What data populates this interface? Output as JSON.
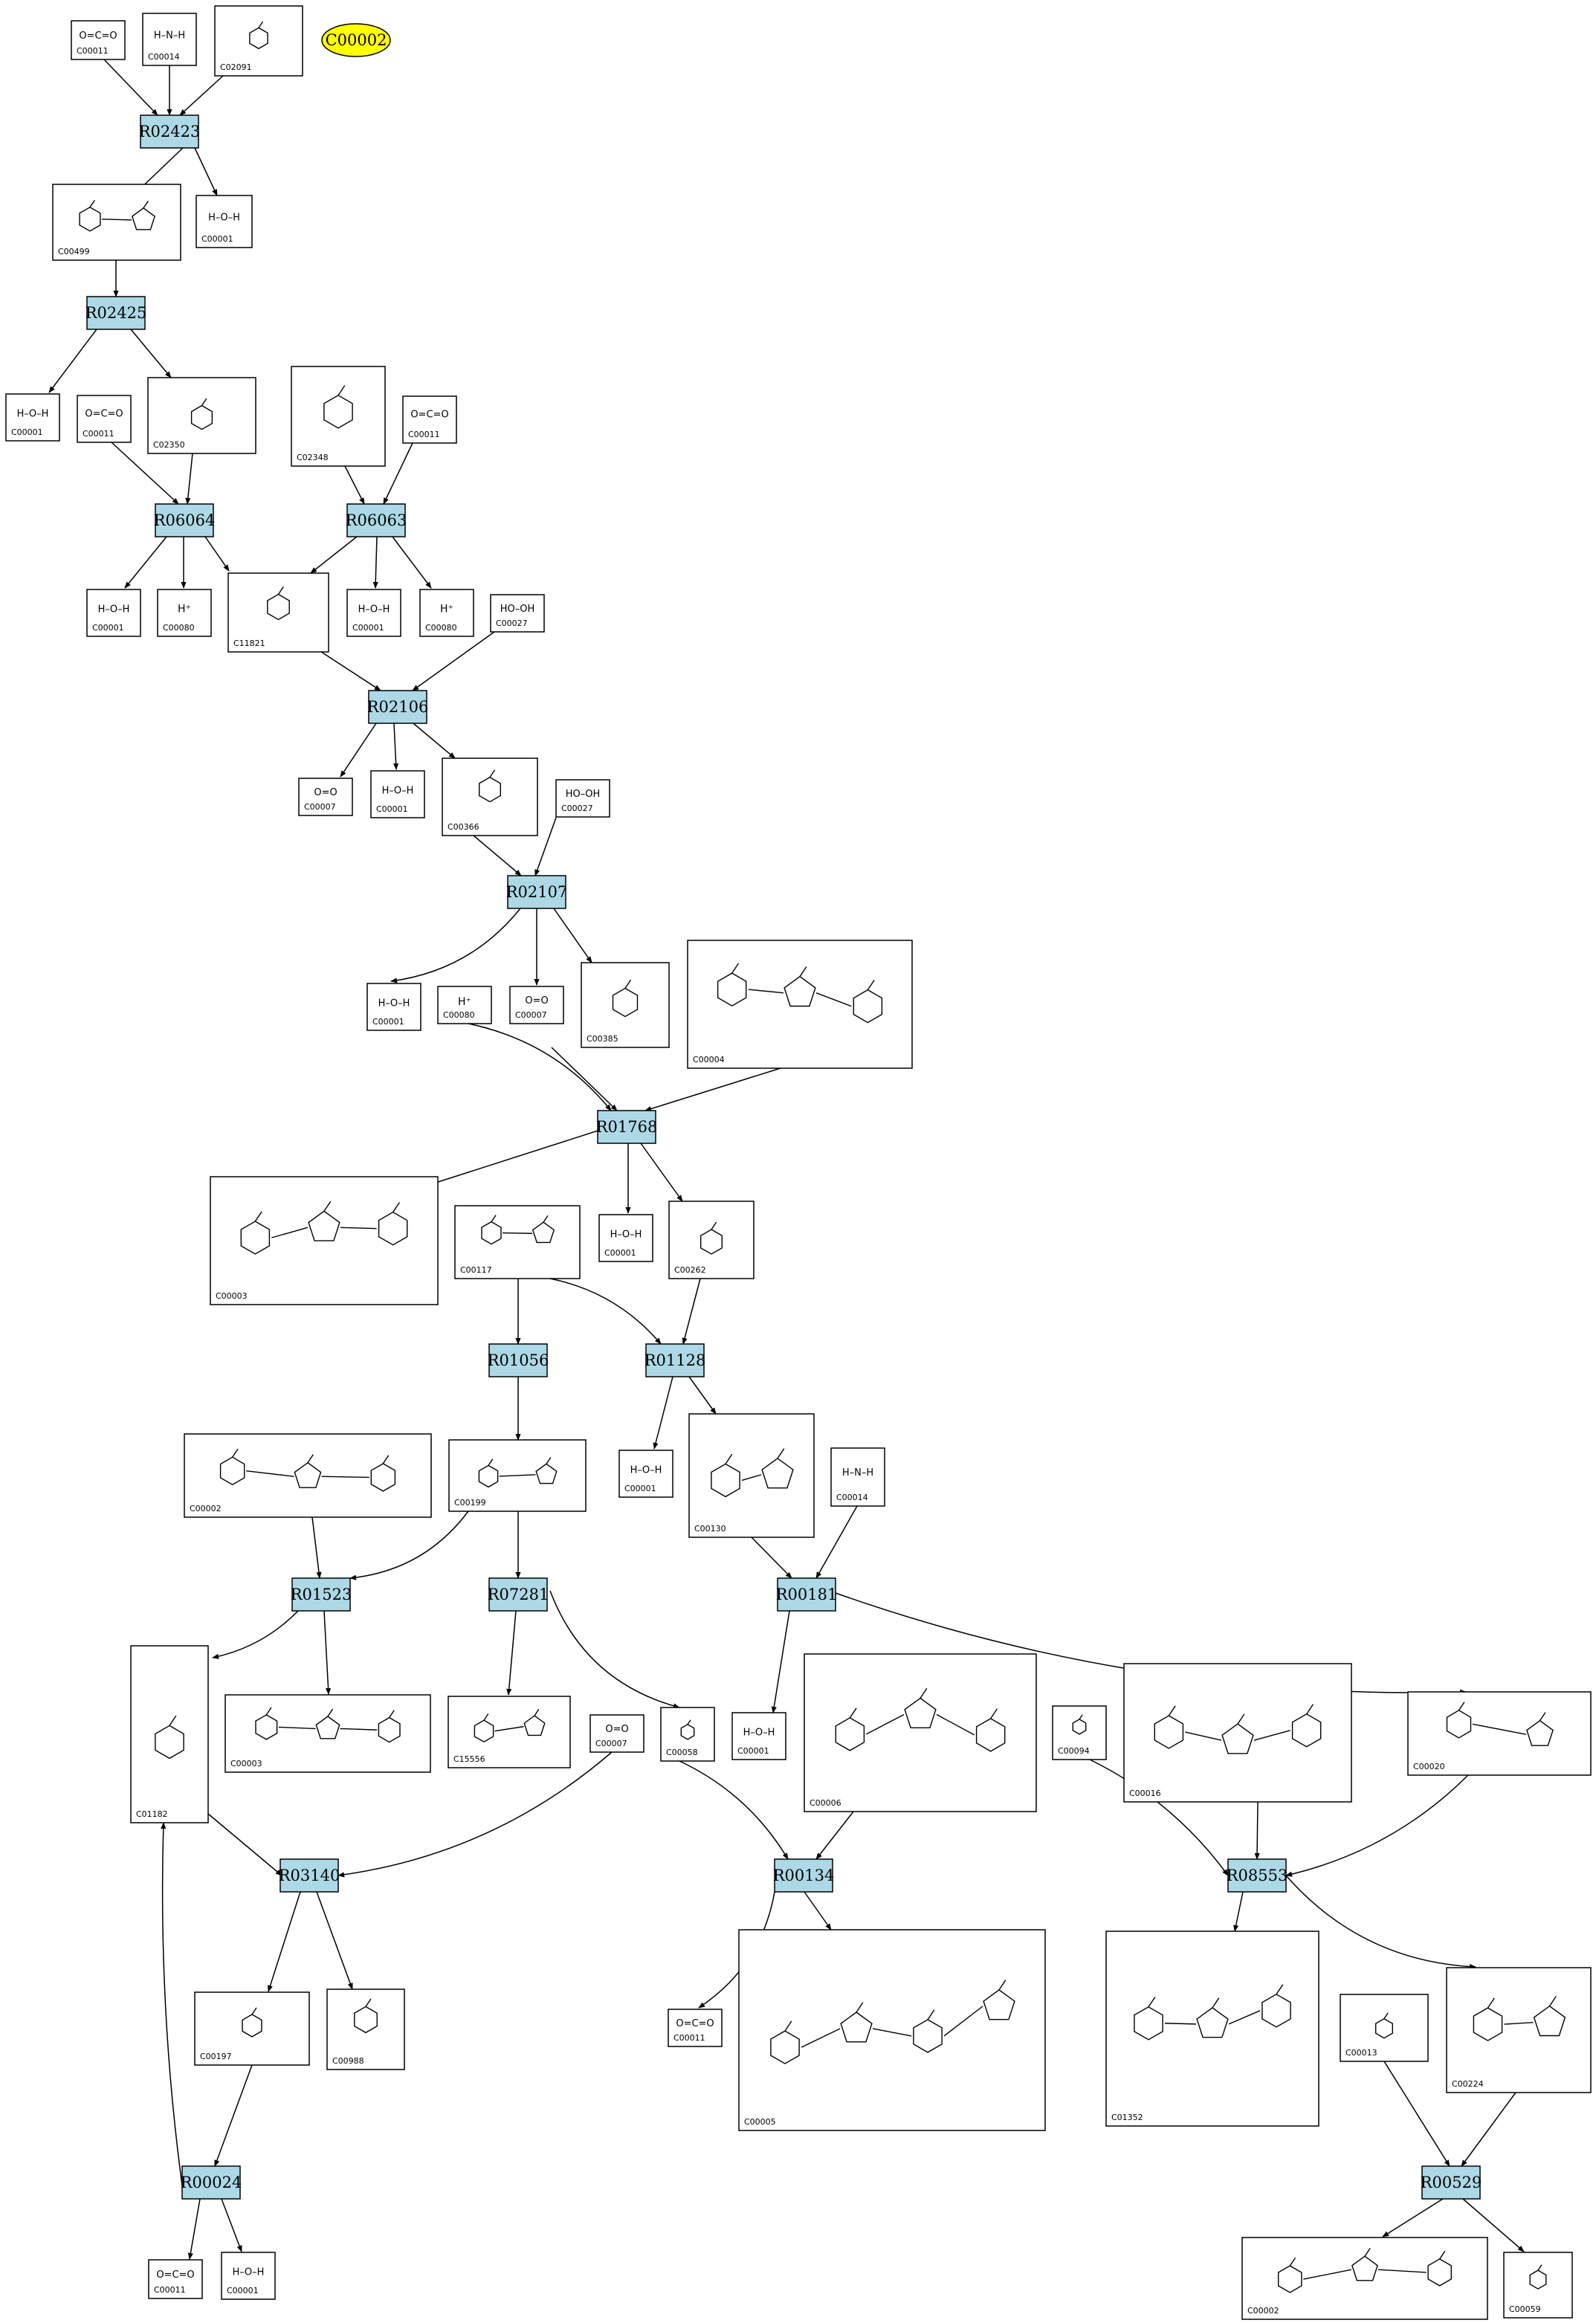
{
  "start_node": {
    "label": "C00002"
  },
  "reactions": [
    "R02423",
    "R02425",
    "R06064",
    "R06063",
    "R02106",
    "R02107",
    "R01768",
    "R01056",
    "R01128",
    "R01523",
    "R07281",
    "R00181",
    "R03140",
    "R00134",
    "R08553",
    "R00024",
    "R00529"
  ],
  "compounds": [
    "C00011",
    "C00014",
    "C02091",
    "C00001",
    "C00499",
    "C00001",
    "C00011",
    "C02350",
    "C02348",
    "C00011",
    "C00001",
    "C00080",
    "C11821",
    "C00001",
    "C00080",
    "C00027",
    "C00007",
    "C00001",
    "C00366",
    "C00027",
    "C00001",
    "C00080",
    "C00007",
    "C00385",
    "C00004",
    "C00003",
    "C00117",
    "C00001",
    "C00262",
    "C00002",
    "C00199",
    "C00001",
    "C00130",
    "C00014",
    "C01182",
    "C00003",
    "C15556",
    "C00007",
    "C00058",
    "C00001",
    "C00006",
    "C00094",
    "C00016",
    "C00020",
    "C00197",
    "C00988",
    "C00011",
    "C00005",
    "C01352",
    "C00013",
    "C00224",
    "C00011",
    "C00001",
    "C00002",
    "C00059"
  ],
  "structure_text": {
    "co2": "O=C=O",
    "ammonia": "H–N–H",
    "h2o": "H–O–H",
    "proton": "H⁺",
    "h2o2": "HO–OH",
    "o2": "O=O"
  }
}
